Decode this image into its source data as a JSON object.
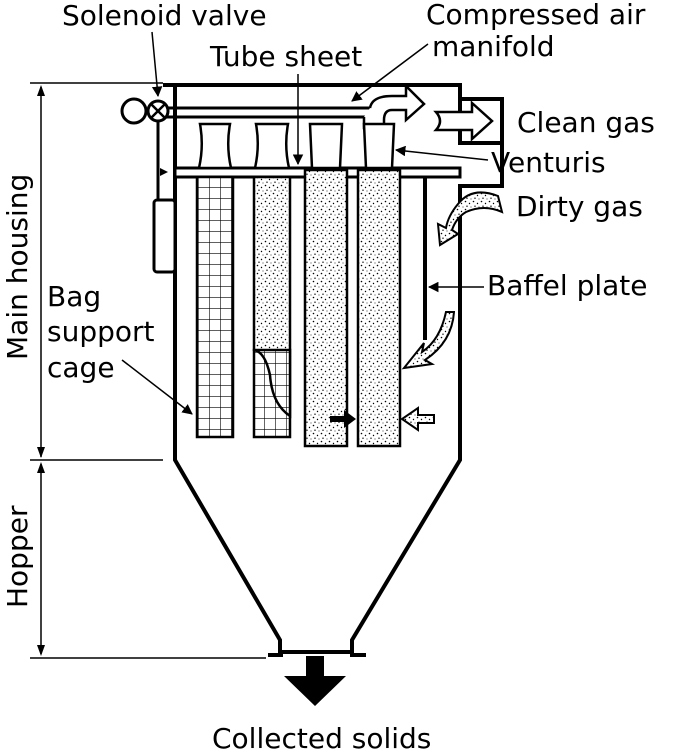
{
  "labels": {
    "solenoid_valve": "Solenoid valve",
    "compressed_air_1": "Compressed air",
    "compressed_air_2": "manifold",
    "tube_sheet": "Tube sheet",
    "clean_gas": "Clean gas",
    "venturis": "Venturis",
    "dirty_gas": "Dirty gas",
    "baffel_plate": "Baffel plate",
    "bag_support_1": "Bag",
    "bag_support_2": "support",
    "bag_support_3": "cage",
    "main_housing": "Main housing",
    "hopper": "Hopper",
    "collected_solids": "Collected solids"
  },
  "colors": {
    "line": "#000000",
    "background": "#ffffff",
    "fill": "#ffffff"
  }
}
